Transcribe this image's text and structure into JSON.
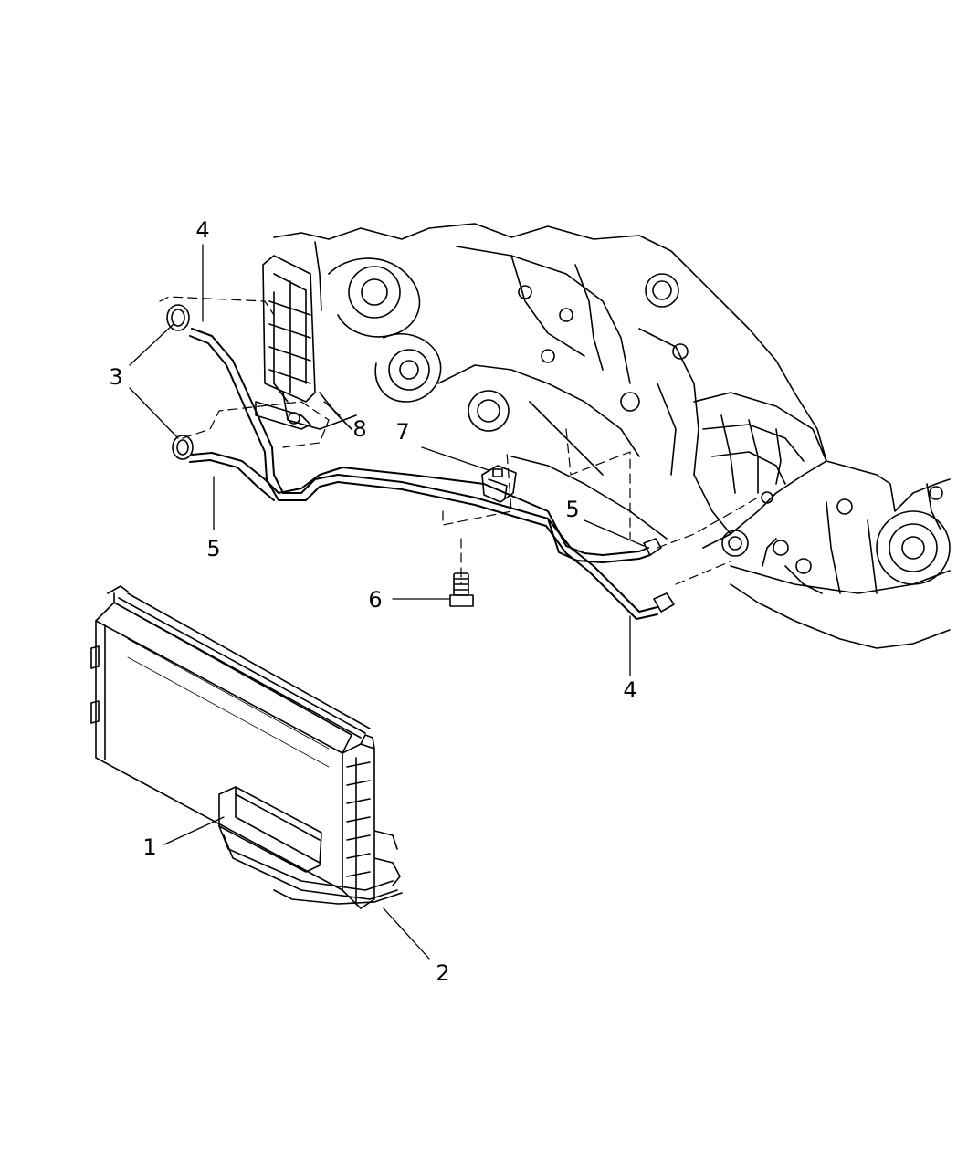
{
  "callouts": {
    "c1": "1",
    "c2": "2",
    "c3": "3",
    "c4_top": "4",
    "c4_bottom": "4",
    "c5_left": "5",
    "c5_right": "5",
    "c6": "6",
    "c7": "7",
    "c8": "8"
  },
  "colors": {
    "ink": "#000000",
    "paper": "#ffffff"
  }
}
